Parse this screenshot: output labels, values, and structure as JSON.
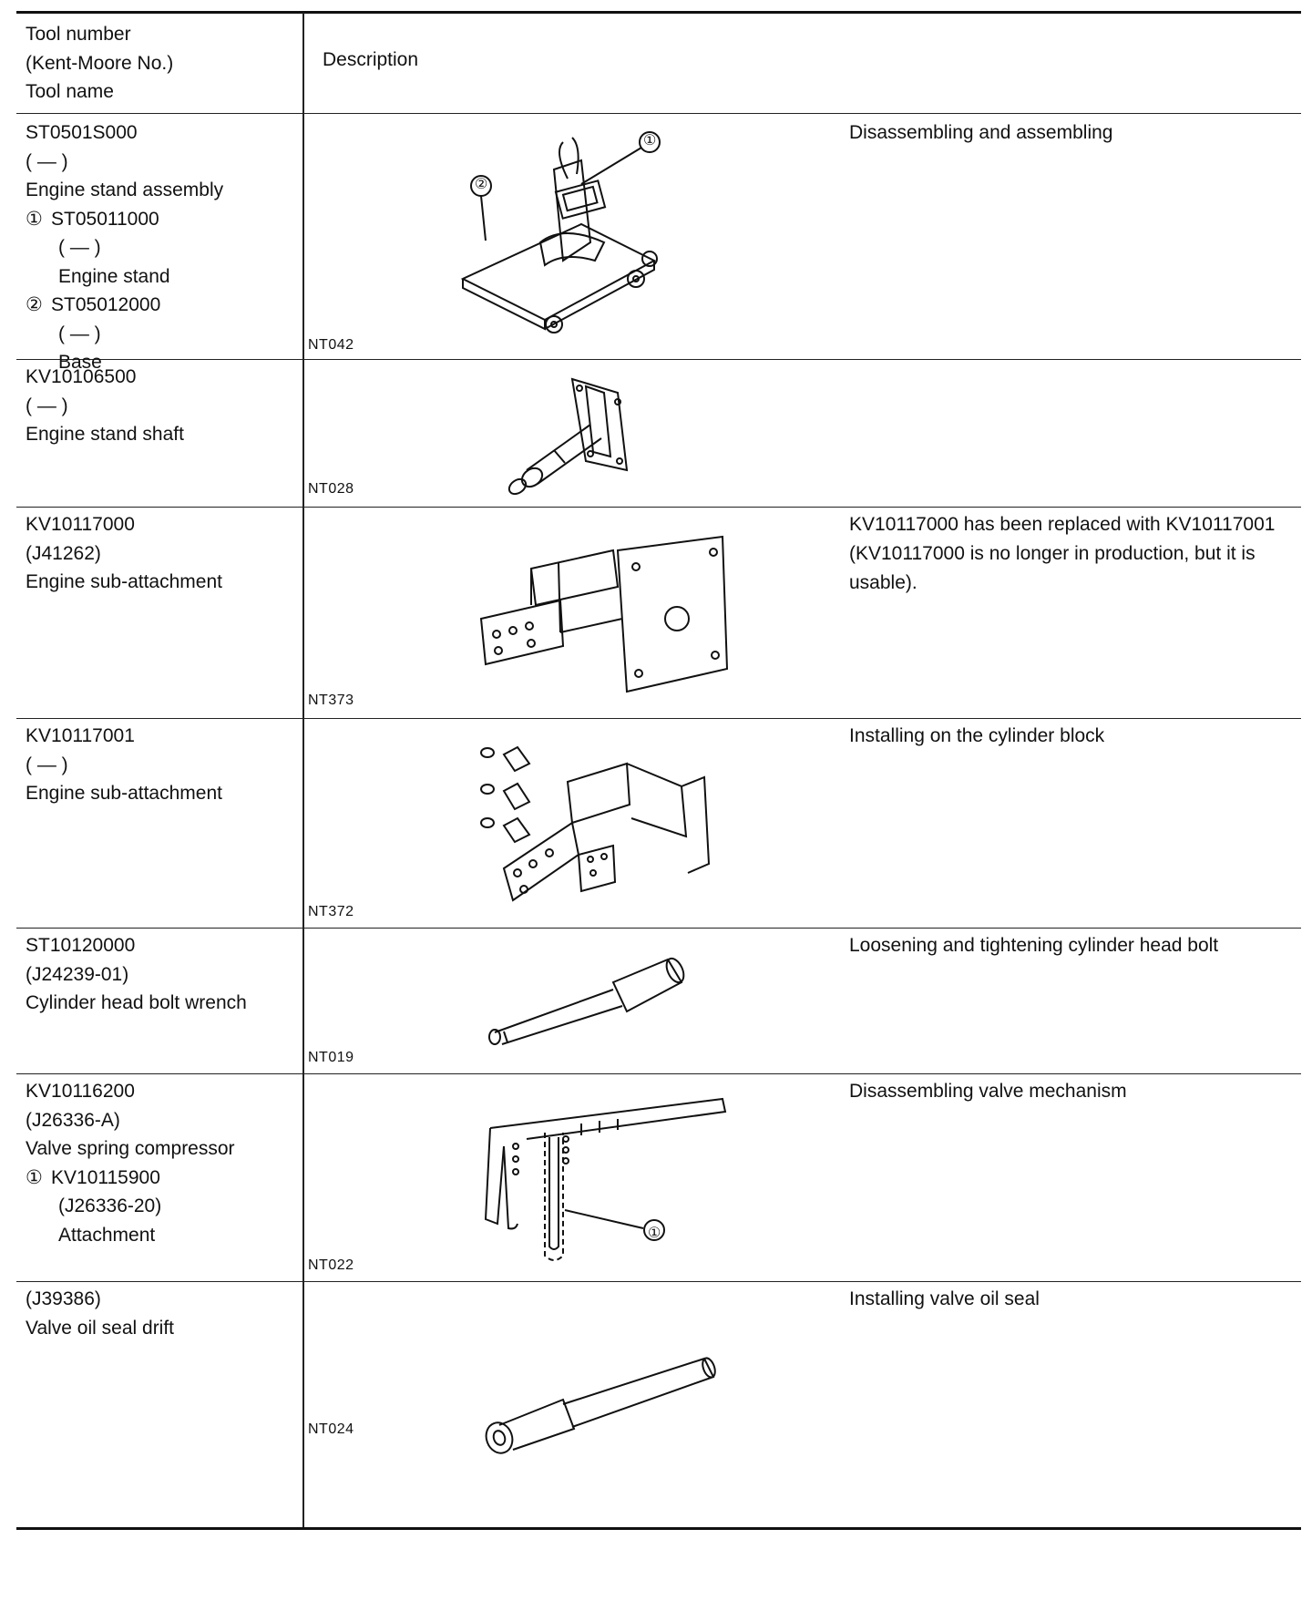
{
  "header": {
    "col1_line1": "Tool number",
    "col1_line2": "(Kent-Moore No.)",
    "col1_line3": "Tool name",
    "col2": "Description"
  },
  "rows": [
    {
      "lines": [
        "ST0501S000",
        "(  —  )",
        "Engine stand assembly"
      ],
      "parts": [
        {
          "mark": "①",
          "number": "ST05011000",
          "km": "(  —  )",
          "name": "Engine stand"
        },
        {
          "mark": "②",
          "number": "ST05012000",
          "km": "(  —  )",
          "name": "Base"
        }
      ],
      "figure": "NT042",
      "callout1": "①",
      "callout2": "②",
      "description": "Disassembling and assembling"
    },
    {
      "lines": [
        "KV10106500",
        "(  —  )",
        "Engine stand shaft"
      ],
      "figure": "NT028",
      "description": ""
    },
    {
      "lines": [
        "KV10117000",
        "(J41262)",
        "Engine sub-attachment"
      ],
      "figure": "NT373",
      "description": "KV10117000 has been replaced with KV10117001 (KV10117000 is no longer in production, but it is usable)."
    },
    {
      "lines": [
        "KV10117001",
        "(  —  )",
        "Engine sub-attachment"
      ],
      "figure": "NT372",
      "description": "Installing on the cylinder block"
    },
    {
      "lines": [
        "ST10120000",
        "(J24239-01)",
        "Cylinder head bolt wrench"
      ],
      "figure": "NT019",
      "description": "Loosening and tightening cylinder head bolt"
    },
    {
      "lines": [
        "KV10116200",
        "(J26336-A)",
        "Valve spring compressor"
      ],
      "parts": [
        {
          "mark": "①",
          "number": "KV10115900",
          "km": "(J26336-20)",
          "name": "Attachment"
        }
      ],
      "figure": "NT022",
      "callout1": "①",
      "description": "Disassembling valve mechanism"
    },
    {
      "lines": [
        "(J39386)",
        "Valve oil seal drift"
      ],
      "figure": "NT024",
      "description": "Installing valve oil seal"
    }
  ]
}
